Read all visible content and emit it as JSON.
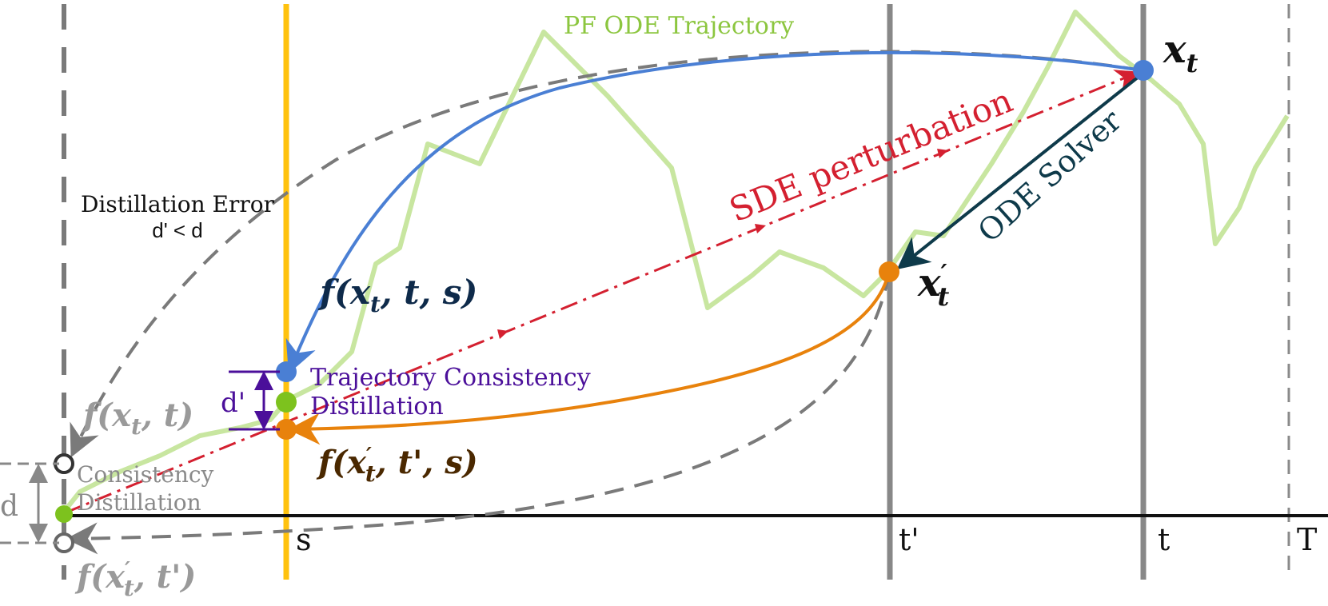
{
  "labels": {
    "trajectory_title": "PF ODE Trajectory",
    "sde_perturbation": "SDE perturbation",
    "ode_solver": "ODE Solver",
    "distillation_error_title": "Distillation Error",
    "distillation_error_relation": "d' < d",
    "tcd_line1": "Trajectory Consistency",
    "tcd_line2": "Distillation",
    "cd_line1": "Consistency",
    "cd_line2": "Distillation",
    "d_prime": "d'",
    "d": "d"
  },
  "math": {
    "x_t": "x",
    "x_t_sub": "t",
    "x_t_prime": "x",
    "x_t_prime_sub": "t",
    "f_xt_t_s": "f(x",
    "f_xt_t_s_tail": ", t, s)",
    "f_xtp_tp_s": "f(x",
    "f_xtp_tp_s_tail": ", t', s)",
    "f_xt_t": "f(x",
    "f_xt_t_tail": ", t)",
    "f_xtp_tp": "f(x",
    "f_xtp_tp_tail": ", t')"
  },
  "axis": {
    "tick_s": "s",
    "tick_t_prime": "t'",
    "tick_t": "t",
    "tick_T": "T"
  },
  "colors": {
    "trajectory": "#c8e6a0",
    "trajectory_text": "#8cc63f",
    "blue_arrow": "#4a7fd4",
    "orange_arrow": "#e8820c",
    "red_dash": "#d42030",
    "ode_solver": "#0e3a4a",
    "purple": "#4b0f9a",
    "gray": "#777777",
    "yellow_line": "#ffc20e",
    "green_point": "#7dc21e"
  }
}
